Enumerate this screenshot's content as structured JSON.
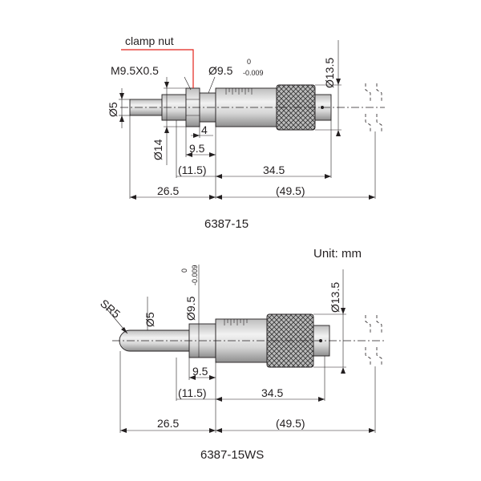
{
  "unit_label": "Unit: mm",
  "top": {
    "model": "6387-15",
    "callout": "clamp nut",
    "thread": "M9.5X0.5",
    "spindle_dia": "Ø9.5",
    "tol_upper": "0",
    "tol_lower": "-0.009",
    "thimble_dia": "Ø13.5",
    "tip_dia": "Ø5",
    "nut_dia": "Ø14",
    "d4": "4",
    "d95": "9.5",
    "d115": "(11.5)",
    "d345": "34.5",
    "d265": "26.5",
    "d495": "(49.5)"
  },
  "bottom": {
    "model": "6387-15WS",
    "sr": "SR5",
    "tip_dia": "Ø5",
    "spindle_dia": "Ø9.5",
    "tol_upper": "0",
    "tol_lower": "-0.009",
    "thimble_dia": "Ø13.5",
    "d95": "9.5",
    "d115": "(11.5)",
    "d345": "34.5",
    "d265": "26.5",
    "d495": "(49.5)"
  },
  "colors": {
    "callout": "#e2231a",
    "line": "#231f20"
  }
}
